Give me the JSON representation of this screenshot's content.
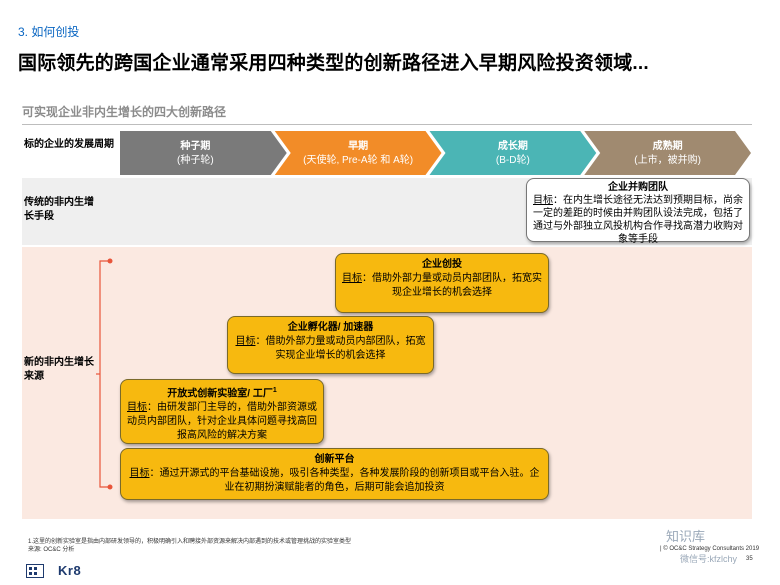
{
  "header": {
    "section": "3. 如何创投",
    "title": "国际领先的跨国企业通常采用四种类型的创新路径进入早期风险投资领域...",
    "subtitle": "可实现企业非内生增长的四大创新路径"
  },
  "rows": {
    "stage": "标的企业的发展周期",
    "traditional": "传统的非内生增长手段",
    "new": "新的非内生增长来源"
  },
  "stages": [
    {
      "name": "种子期",
      "sub": "(种子轮)",
      "color": "#7a7a7a"
    },
    {
      "name": "早期",
      "sub": "(天使轮, Pre-A轮 和 A轮)",
      "color": "#f28c28"
    },
    {
      "name": "成长期",
      "sub": "(B-D轮)",
      "color": "#4bb5b5"
    },
    {
      "name": "成熟期",
      "sub": "(上市，被并购)",
      "color": "#a08a70"
    }
  ],
  "goal_label": "目标",
  "boxes": {
    "ma": {
      "title": "企业并购团队",
      "text": "：在内生增长途径无法达到预期目标，尚余一定的差距的时候由并购团队设法完成，包括了通过与外部独立风投机构合作寻找高潜力收购对象等手段"
    },
    "cvc": {
      "title": "企业创投",
      "text": "：借助外部力量或动员内部团队，拓宽实现企业增长的机会选择"
    },
    "incubator": {
      "title": "企业孵化器/ 加速器",
      "text": "：借助外部力量或动员内部团队，拓宽实现企业增长的机会选择"
    },
    "lab": {
      "title": "开放式创新实验室/ 工厂",
      "sup": "1",
      "text": "：由研发部门主导的，借助外部资源或动员内部团队，针对企业具体问题寻找高回报高风险的解决方案"
    },
    "platform": {
      "title": "创新平台",
      "text": "：通过开源式的平台基础设施，吸引各种类型，各种发展阶段的创新项目或平台入驻。企业在初期扮演赋能者的角色，后期可能会追加投资"
    }
  },
  "footer": {
    "note": "1.这里的创新实验室是指由内部研发领导的，积极明确引入和聘接外部资源来解决内部遇到的技术或管理挑战的实验室类型",
    "source": "来源: OC&C 分析",
    "copyright": "| © OC&C Strategy Consultants 2019",
    "page": "35",
    "logo": "Kr8",
    "watermark": "知识库",
    "watermark_sub": "微信号:kfzlchy"
  }
}
